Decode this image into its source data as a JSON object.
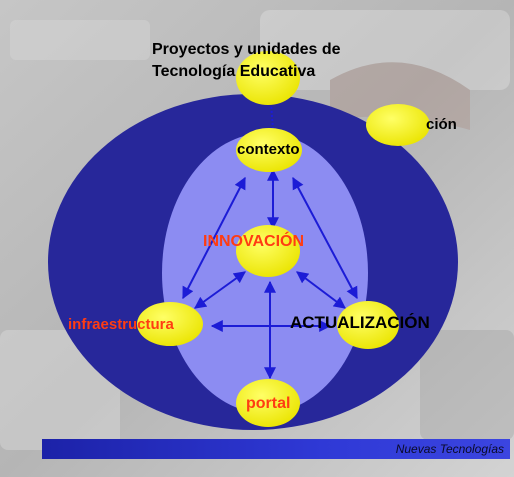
{
  "title_lines": [
    "Proyectos y unidades de",
    "Tecnología Educativa"
  ],
  "nodes": {
    "contexto": "contexto",
    "innovacion": "INNOVACIÓN",
    "infraestructura": "infraestructura",
    "actualizacion": "ACTUALIZACIÓN",
    "portal": "portal",
    "partial": "ción"
  },
  "footer": "Nuevas Tecnologías",
  "colors": {
    "outer_ellipse": "#27279a",
    "inner_ellipse": "#8c8cf2",
    "node_fill": "#f4f20a",
    "arrow": "#1c1cd6",
    "accent_text": "#ff3c12",
    "footer_bar": "#2530c8"
  }
}
